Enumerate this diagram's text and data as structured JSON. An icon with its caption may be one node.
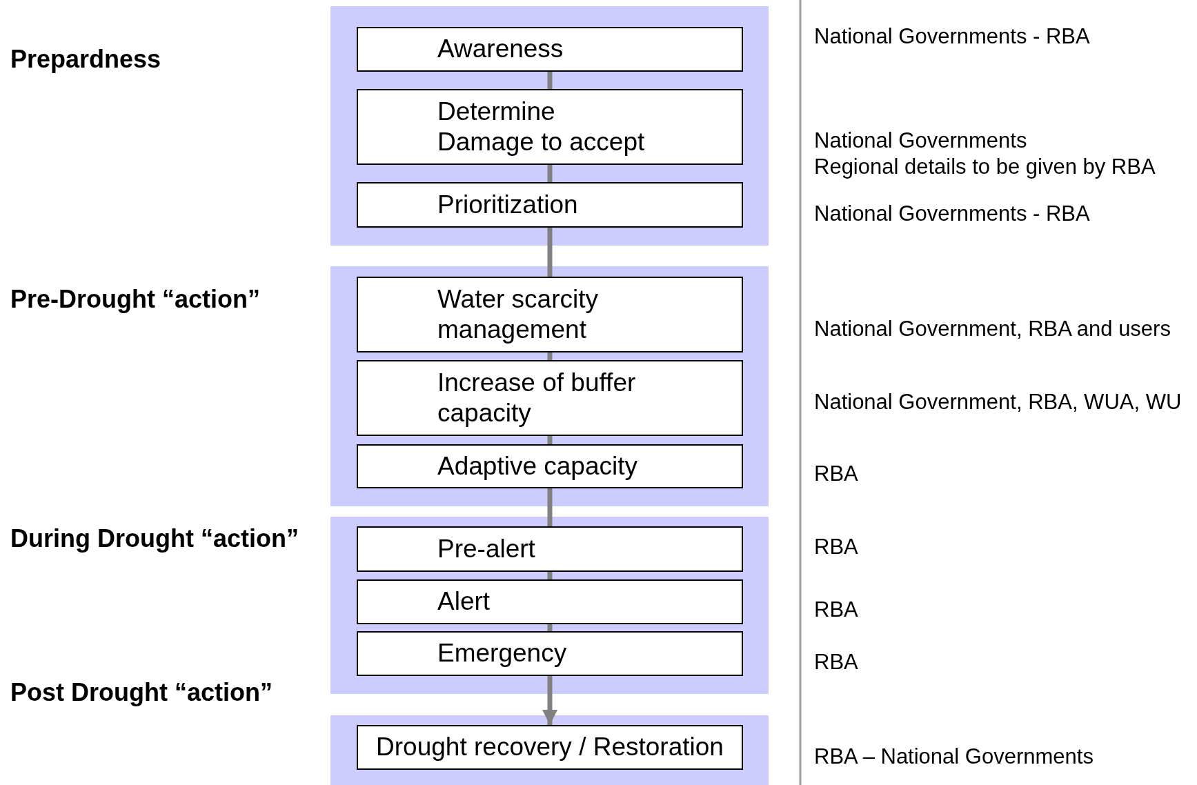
{
  "diagram": {
    "nodes": [
      {
        "text": [],
        "shape": "box"
      },
      {
        "text": [
          "Awareness"
        ],
        "in": 0
      },
      {
        "text": [
          "Determine Damage to accept"
        ],
        "in": 0
      },
      {
        "text": [
          "Prioritization"
        ],
        "in": 0
      },
      {
        "text": [],
        "shape": "box"
      },
      {
        "text": [
          "Water scarcity management"
        ],
        "in": 4
      },
      {
        "text": [
          "Increase of buffer capacity"
        ],
        "in": 4
      },
      {
        "text": [
          "Adaptive capacity"
        ],
        "in": 4
      },
      {
        "text": [],
        "shape": "box"
      },
      {
        "text": [
          "Pre-alert"
        ],
        "in": 8
      },
      {
        "text": [
          "Alert"
        ],
        "in": 8
      },
      {
        "text": [
          "Emergency"
        ],
        "in": 8
      },
      {
        "text": [],
        "shape": "box"
      },
      {
        "text": [
          "Drought recovery / Restoration"
        ],
        "in": 12
      }
    ],
    "edges": [
      {
        "from": 1,
        "to": 2,
        "arrow": "none"
      },
      {
        "from": 2,
        "to": 3,
        "arrow": "none"
      },
      {
        "from": 3,
        "to": 5,
        "arrow": "none"
      },
      {
        "from": 5,
        "to": 6,
        "arrow": "none"
      },
      {
        "from": 6,
        "to": 7,
        "arrow": "none"
      },
      {
        "from": 7,
        "to": 9,
        "arrow": "none"
      },
      {
        "from": 9,
        "to": 10,
        "arrow": "none"
      },
      {
        "from": 10,
        "to": 11,
        "arrow": "none"
      },
      {
        "from": 11,
        "to": 13,
        "arrow": "to"
      }
    ],
    "labels": [
      "National Governments - RBA",
      "Prepardness",
      "National Governments",
      "Regional details to be given by RBA",
      "National Governments - RBA",
      "Pre-Drought “action”",
      "National Government, RBA and users",
      "National Government, RBA, WUA, WU",
      "RBA",
      "During Drought “action”",
      "RBA",
      "RBA",
      "RBA",
      "Post Drought “action”",
      "RBA – National Governments"
    ]
  }
}
